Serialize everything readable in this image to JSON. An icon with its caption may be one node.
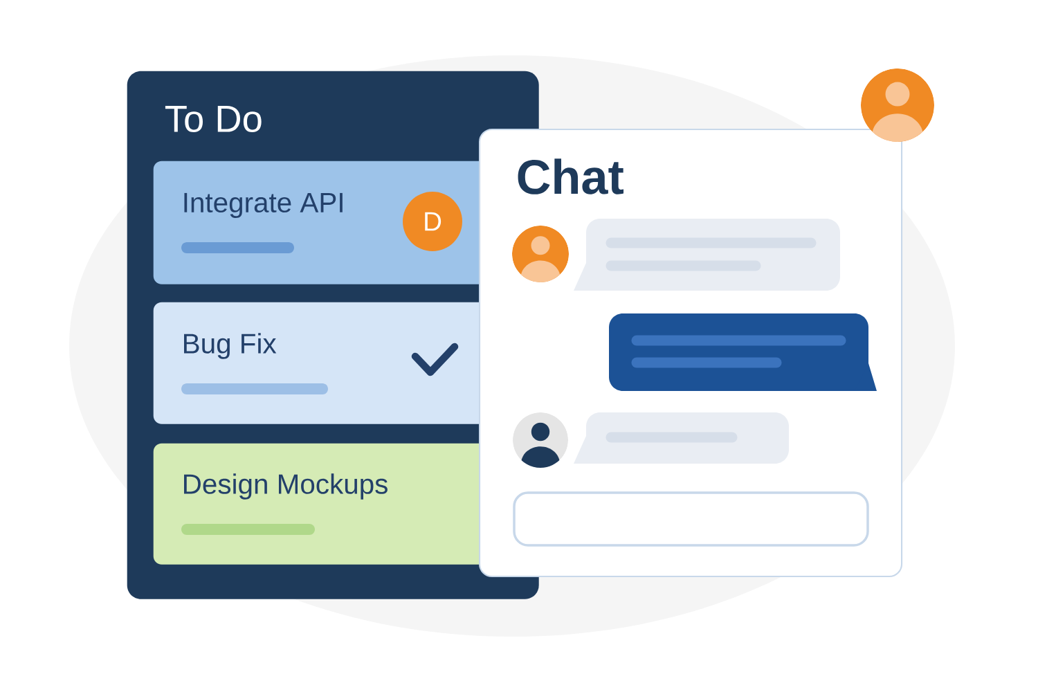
{
  "diagram": {
    "nodes": [
      {
        "text": [
          "To Do"
        ]
      },
      {
        "text": [
          "Integrate API"
        ],
        "in": 0
      },
      {
        "text": [
          "D"
        ],
        "in": 1
      },
      {
        "text": [
          "Bug Fix"
        ],
        "in": 0
      },
      {
        "text": [
          "Design Mockups"
        ],
        "in": 0
      },
      {
        "text": [
          "Chat"
        ]
      }
    ]
  }
}
